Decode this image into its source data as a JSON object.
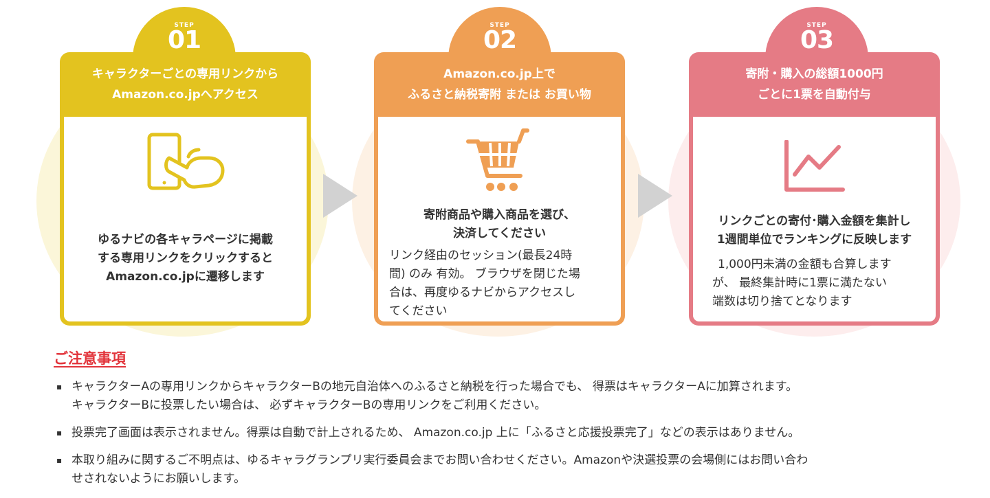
{
  "steps": [
    {
      "step_label": "STEP",
      "number": "01",
      "title_line1": "キャラクターごとの専用リンクから",
      "title_line2": "Amazon.co.jpへアクセス",
      "icon": "phone-tap-icon",
      "main_lines": [
        "ゆるナビの各キャラページに掲載",
        "する専用リンクをクリックすると",
        "Amazon.co.jpに遷移します"
      ],
      "sub_lines": []
    },
    {
      "step_label": "STEP",
      "number": "02",
      "title_line1": "Amazon.co.jp上で",
      "title_line2": "ふるさと納税寄附 または お買い物",
      "icon": "shopping-cart-icon",
      "main_lines": [
        "寄附商品や購入商品を選び、",
        "決済してください"
      ],
      "sub_lines": [
        "リンク経由のセッション(最長24時",
        "間) のみ 有効。 ブラウザを閉じた場",
        "合は、再度ゆるナビからアクセスし",
        "てください"
      ]
    },
    {
      "step_label": "STEP",
      "number": "03",
      "title_line1": "寄附・購入の総額1000円",
      "title_line2": "ごとに1票を自動付与",
      "icon": "line-chart-icon",
      "main_lines": [
        "リンクごとの寄付･購入金額を集計し",
        "1週間単位でランキングに反映します"
      ],
      "sub_lines": [
        "1,000円未満の金額も合算します",
        "が、 最終集計時に1票に満たない",
        "端数は切り捨てとなります"
      ]
    }
  ],
  "notes": {
    "title": "ご注意事項",
    "items": [
      [
        "キャラクターAの専用リンクからキャラクターBの地元自治体へのふるさと納税を行った場合でも、 得票はキャラクターAに加算されます。",
        "キャラクターBに投票したい場合は、 必ずキャラクターBの専用リンクをご利用ください。"
      ],
      [
        "投票完了画面は表示されません。得票は自動で計上されるため、 Amazon.co.jp 上に「ふるさと応援投票完了」などの表示はありません。"
      ],
      [
        "本取り組みに関するご不明点は、ゆるキャラグランプリ実行委員会までお問い合わせください。Amazonや決選投票の会場側にはお問い合わ",
        "せされないようにお願いします。"
      ]
    ]
  },
  "colors": {
    "step1": "#e3c31f",
    "step2": "#ef9f54",
    "step3": "#e57b85",
    "arrow": "#d2d2d2",
    "notes_title": "#e2343b"
  }
}
